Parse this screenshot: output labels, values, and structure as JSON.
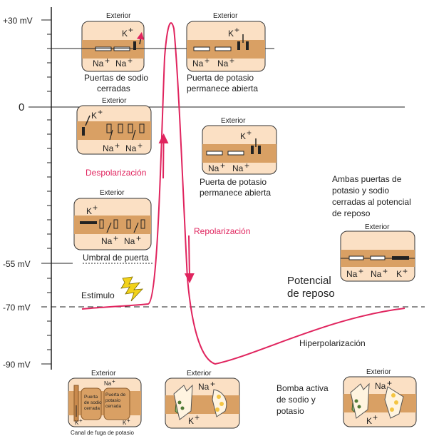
{
  "axis": {
    "ticks": [
      {
        "label": "+30 mV",
        "mv": 30
      },
      {
        "label": "0",
        "mv": 0
      },
      {
        "label": "-55 mV",
        "mv": -55
      },
      {
        "label": "-70 mV",
        "mv": -70
      },
      {
        "label": "-90 mV",
        "mv": -90
      }
    ]
  },
  "phases": {
    "depolarization": "Despolarización",
    "repolarization": "Repolarización",
    "threshold": "Umbral de puerta",
    "stimulus": "Estímulo",
    "resting": [
      "Potencial",
      "de reposo"
    ],
    "hyperpolarization": "Hiperpolarización"
  },
  "labels": {
    "exterior": "Exterior",
    "k": "K",
    "na": "Na",
    "plus": "+",
    "sodium_closed": [
      "Puertas de sodio",
      "cerradas"
    ],
    "potassium_open": [
      "Puerta de potasio",
      "permanece abierta"
    ],
    "both_closed": [
      "Ambas puertas de",
      "potasio y sodio",
      "cerradas al potencial",
      "de reposo"
    ],
    "pump": [
      "Bomba activa",
      "de sodio y",
      "potasio"
    ],
    "leak_channel": "Canal de fuga de potasio",
    "gate_sodium": [
      "Puerta",
      "de sodio",
      "cerrada"
    ],
    "gate_potassium": [
      "Puerta de",
      "potasio",
      "cerrada"
    ]
  },
  "colors": {
    "curve": "#e0245e",
    "cell_fill": "#fbe0c4",
    "membrane": "#d9a064",
    "bolt": "#f2d21a"
  }
}
